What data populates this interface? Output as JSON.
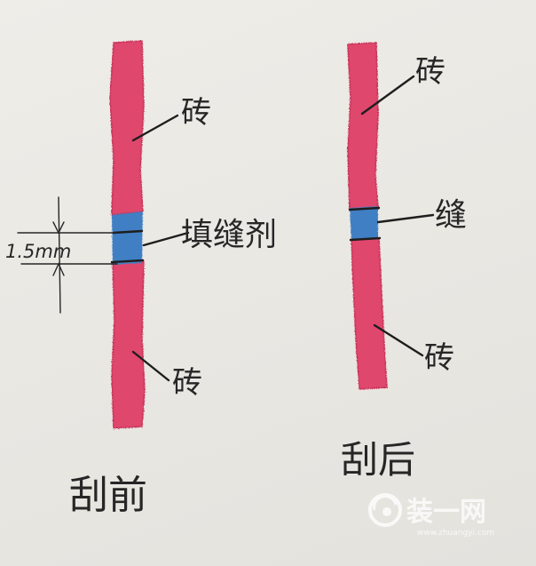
{
  "colors": {
    "tile": "#e0476d",
    "tile_shade": "#c9365c",
    "grout_fill": "#3f7fc4",
    "grout_line": "#1e1e1e",
    "ink": "#262626",
    "paper": "#ecebe6"
  },
  "before": {
    "tile_top_label": "砖",
    "grout_label": "填缝剂",
    "tile_bottom_label": "砖",
    "dimension_label": "1.5mm",
    "caption": "刮前"
  },
  "after": {
    "tile_top_label": "砖",
    "grout_label": "缝",
    "tile_bottom_label": "砖",
    "caption": "刮后"
  },
  "watermark": {
    "text": "装一网",
    "subtext": "www.zhuangyi.com",
    "icon": "swirl-logo-icon"
  }
}
